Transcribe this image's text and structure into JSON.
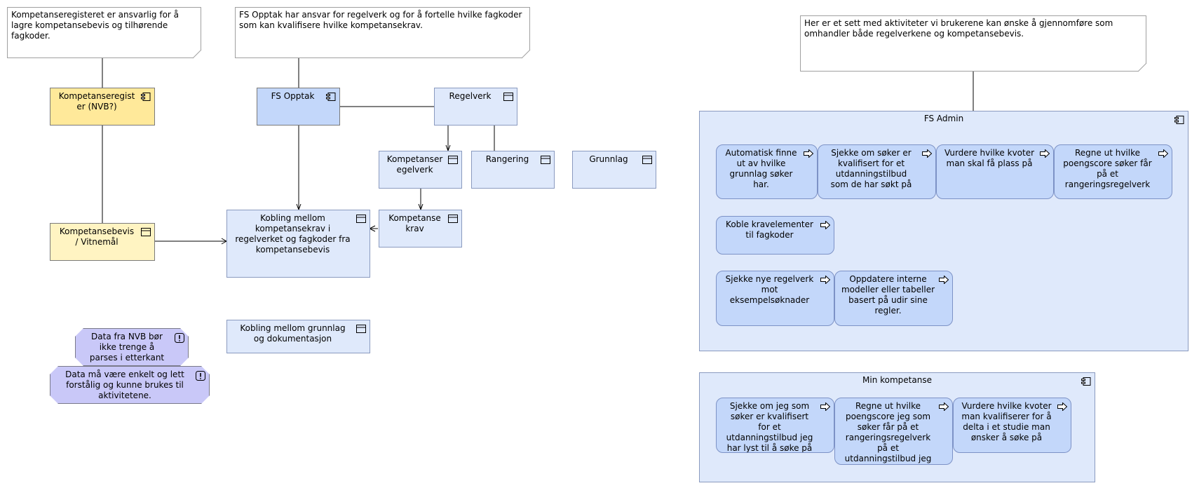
{
  "colors": {
    "component_yellow": "#ffe99a",
    "business_object_yellow": "#fff4c2",
    "component_blue": "#c3d7fa",
    "object_blue": "#dfe9fb",
    "service_blue": "#c3d7fa",
    "constraint_purple": "#c9c8f8",
    "line": "#000000"
  },
  "notes": {
    "kompetanseregister": "Kompetanseregisteret er ansvarlig for å\nlagre kompetansebevis og tilhørende\nfagkoder.",
    "fs_opptak": "FS Opptak har ansvar for regelverk og for å fortelle hvilke fagkoder\nsom kan kvalifisere hvilke kompetansekrav.",
    "aktiviteter": "Her er et sett med aktiviteter vi brukerene kan ønske å gjennomføre som\nomhandler både regelverkene og kompetansebevis."
  },
  "elements": {
    "kompetanseregister": "Kompetanseregist\ner (NVB?)",
    "fs_opptak": "FS Opptak",
    "regelverk": "Regelverk",
    "kompetanseregelverk": "Kompetanser\negelverk",
    "rangering": "Rangering",
    "grunnlag": "Grunnlag",
    "kompetansebevis": "Kompetansebevis\n/ Vitnemål",
    "kobling_krav": "Kobling mellom\nkompetansekrav i\nregelverket og fagkoder fra\nkompetansebevis",
    "kompetansekrav": "Kompetanse\nkrav",
    "kobling_grunnlag": "Kobling mellom grunnlag\nog dokumentasjon"
  },
  "constraints": {
    "nvb_parse": "Data fra NVB bør\nikke trenge å\nparses i etterkant",
    "enkelt": "Data må være enkelt og lett\nforstålig og kunne brukes til\naktivitetene."
  },
  "fs_admin": {
    "title": "FS Admin",
    "services": {
      "finne_grunnlag": "Automatisk finne\nut av hvilke\ngrunnlag søker\nhar.",
      "sjekke_kvalifisert": "Sjekke om søker er\nkvalifisert for et\nutdanningstilbud\nsom de har søkt på",
      "vurdere_kvoter": "Vurdere hvilke kvoter\nman skal få plass på",
      "regne_poeng": "Regne ut hvilke\npoengscore søker får\npå et\nrangeringsregelverk",
      "koble_krav": "Koble kravelementer\ntil fagkoder",
      "sjekke_regelverk": "Sjekke nye regelverk\nmot\neksempelsøknader",
      "oppdatere": "Oppdatere interne\nmodeller eller tabeller\nbasert på udir sine\nregler."
    }
  },
  "min_kompetanse": {
    "title": "Min kompetanse",
    "services": {
      "sjekke_jeg": "Sjekke om jeg som\nsøker er kvalifisert\nfor et\nutdanningstilbud jeg\nhar lyst til å søke på",
      "regne_jeg": "Regne ut hvilke\npoengscore jeg som\nsøker får på et\nrangeringsregelverk\npå et\nutdanningstilbud jeg",
      "vurdere_jeg": "Vurdere hvilke kvoter\nman kvalifiserer for å\ndelta i et studie man\nønsker å søke på"
    }
  },
  "icons": {
    "component": "component-icon",
    "business_object": "business-object-icon",
    "service": "service-arrow-icon",
    "constraint": "constraint-icon"
  }
}
